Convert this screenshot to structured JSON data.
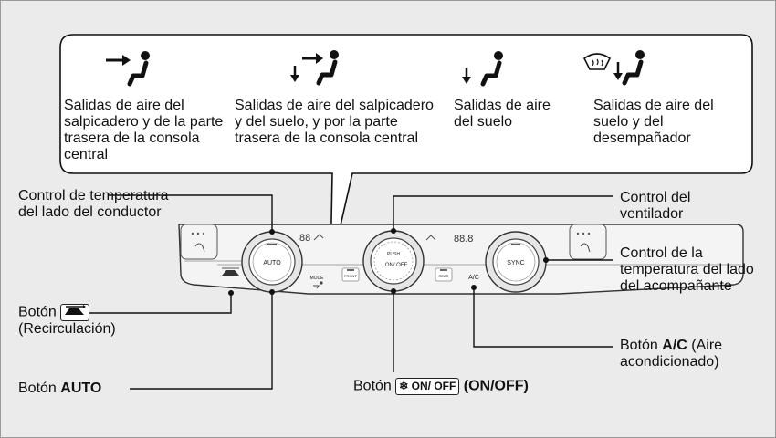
{
  "modes": [
    {
      "label": "Salidas de aire del salpicadero y de la parte trasera de la consola central"
    },
    {
      "label": "Salidas de aire del salpicadero y del suelo, y por la parte trasera de la consola central"
    },
    {
      "label": "Salidas de aire del suelo"
    },
    {
      "label": "Salidas de aire del suelo y del desempañador"
    }
  ],
  "callouts": {
    "driver_temp": "Control de temperatura del lado del conductor",
    "recirc_prefix": "Botón",
    "recirc_paren": "(Recirculación)",
    "auto_prefix": "Botón",
    "auto_name": "AUTO",
    "fan": "Control del ventilador",
    "passenger_temp": "Control de la temperatura del lado del acompañante",
    "ac_prefix": "Botón",
    "ac_name": "A/C",
    "ac_paren": "(Aire acondicionado)",
    "onoff_prefix": "Botón",
    "onoff_name": "(ON/OFF)",
    "onoff_badge": "ON/ OFF"
  },
  "panel": {
    "auto_label": "AUTO",
    "sync_label": "SYNC",
    "push_label": "PUSH",
    "onoff_label": "ON/ OFF",
    "mode_label": "MODE",
    "ac_label": "A/C",
    "front_label": "FRONT",
    "rear_label": "REAR",
    "seg_left": "88",
    "seg_right": "88.8"
  }
}
